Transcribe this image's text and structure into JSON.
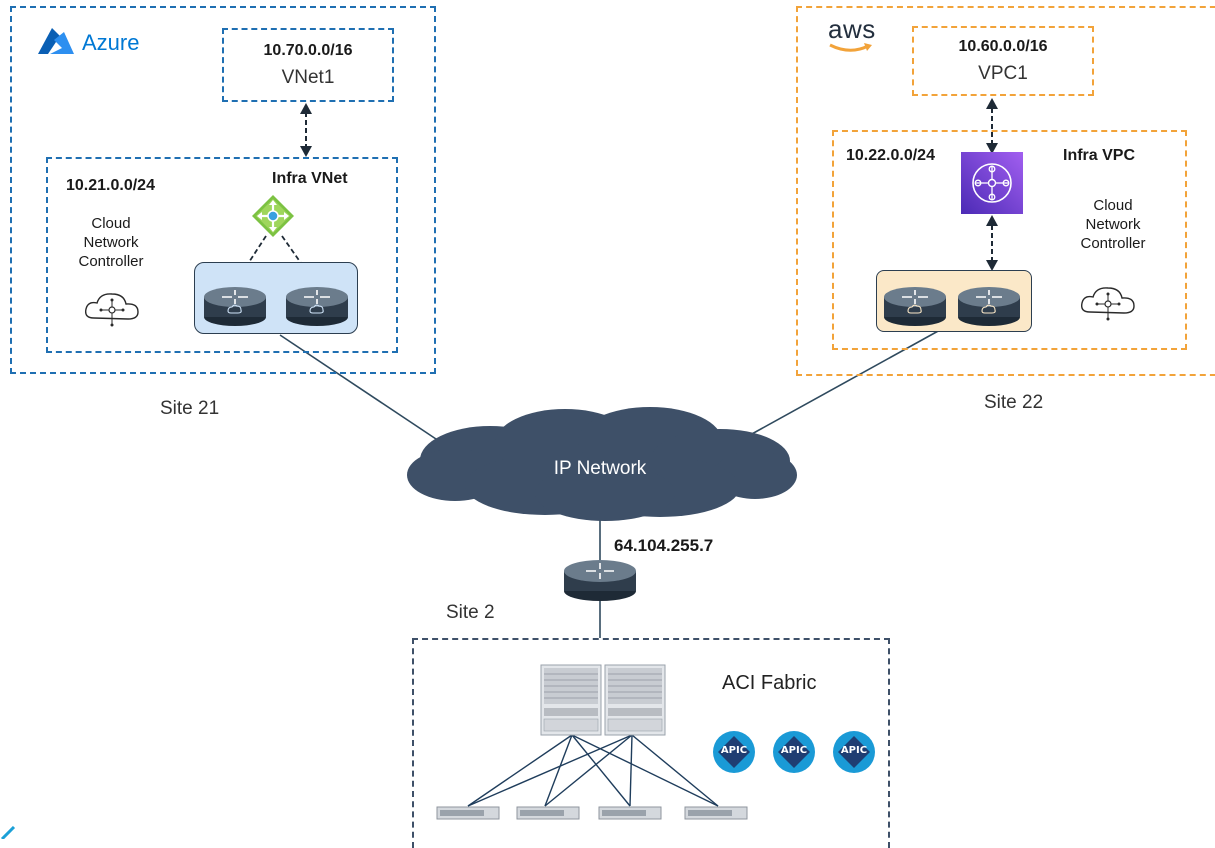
{
  "azure": {
    "brand": "Azure",
    "vnet1": {
      "cidr": "10.70.0.0/16",
      "name": "VNet1"
    },
    "infra": {
      "cidr": "10.21.0.0/24",
      "name": "Infra VNet"
    },
    "controller": [
      "Cloud",
      "Network",
      "Controller"
    ],
    "site": "Site 21",
    "brand_color": "#0078d4"
  },
  "aws": {
    "brand": "aws",
    "vpc1": {
      "cidr": "10.60.0.0/16",
      "name": "VPC1"
    },
    "infra": {
      "cidr": "10.22.0.0/24",
      "name": "Infra VPC"
    },
    "controller": [
      "Cloud",
      "Network",
      "Controller"
    ],
    "site": "Site 22",
    "brand_color": "#f2a33a"
  },
  "network": {
    "cloud_label": "IP Network",
    "router_ip": "64.104.255.7",
    "cloud_color": "#3e5068"
  },
  "onprem": {
    "site": "Site 2",
    "fabric": "ACI Fabric",
    "apic_labels": [
      "APIC",
      "APIC",
      "APIC"
    ]
  }
}
